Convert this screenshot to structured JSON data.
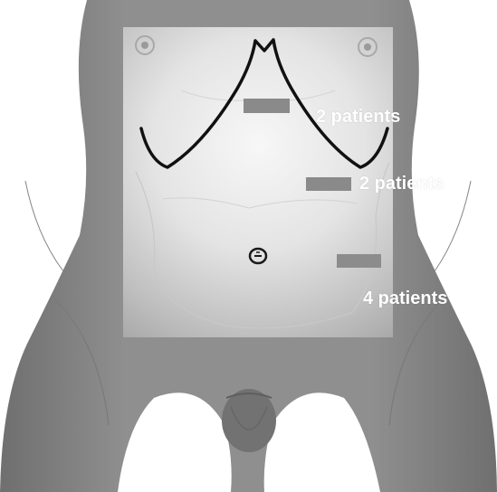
{
  "figure": {
    "labels": [
      "2 patients",
      "2 patients",
      "4 patients"
    ],
    "colors": {
      "skin_tone": "#8e8e8e",
      "highlight": "#f4f4f4",
      "incision_line": "#111111",
      "marker_bar": "#8a8a8a",
      "label_text": "#ffffff"
    }
  }
}
